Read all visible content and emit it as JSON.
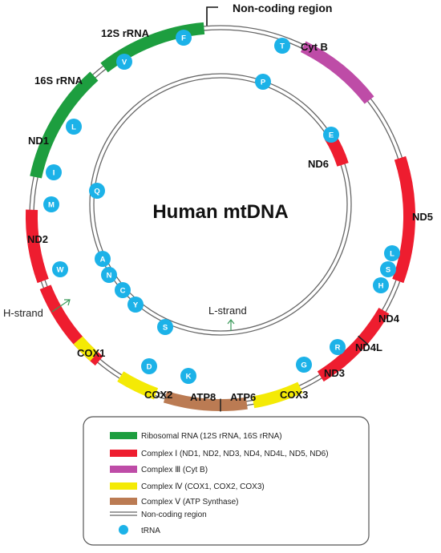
{
  "title": "Human mtDNA",
  "noncoding_label": "Non-coding region",
  "strands": {
    "h": "H-strand",
    "l": "L-strand"
  },
  "colors": {
    "ribosomal": "#1d9e3f",
    "complex1": "#ee1d2f",
    "complex3": "#be4ca7",
    "complex4": "#f4ea05",
    "complex5": "#bb7b53",
    "trna": "#1cb2e8",
    "ring": "#666666"
  },
  "genes": {
    "rrna12s": "12S rRNA",
    "rrna16s": "16S rRNA",
    "nd1": "ND1",
    "nd2": "ND2",
    "cox1": "COX1",
    "cox2": "COX2",
    "atp8": "ATP8",
    "atp6": "ATP6",
    "cox3": "COX3",
    "nd3": "ND3",
    "nd4l": "ND4L",
    "nd4": "ND4",
    "nd5": "ND5",
    "nd6": "ND6",
    "cytb": "Cyt B"
  },
  "trna": {
    "F": "F",
    "V": "V",
    "L1": "L",
    "I": "I",
    "M": "M",
    "W": "W",
    "D": "D",
    "K": "K",
    "G": "G",
    "R": "R",
    "H": "H",
    "S2": "S",
    "L2": "L",
    "E": "E",
    "T": "T",
    "P": "P",
    "Q": "Q",
    "A": "A",
    "N": "N",
    "C": "C",
    "Y": "Y",
    "S1": "S"
  },
  "legend": [
    {
      "text": "Ribosomal RNA (12S rRNA, 16S rRNA)",
      "swatch": "ribosomal"
    },
    {
      "text": "Complex Ⅰ (ND1, ND2, ND3, ND4, ND4L, ND5, ND6)",
      "swatch": "complex1"
    },
    {
      "text": "Complex Ⅲ (Cyt B)",
      "swatch": "complex3"
    },
    {
      "text": "Complex Ⅳ (COX1, COX2, COX3)",
      "swatch": "complex4"
    },
    {
      "text": "Complex Ⅴ (ATP Synthase)",
      "swatch": "complex5"
    },
    {
      "text": "Non-coding region",
      "swatch": "noncoding"
    },
    {
      "text": "tRNA",
      "swatch": "trna"
    }
  ]
}
